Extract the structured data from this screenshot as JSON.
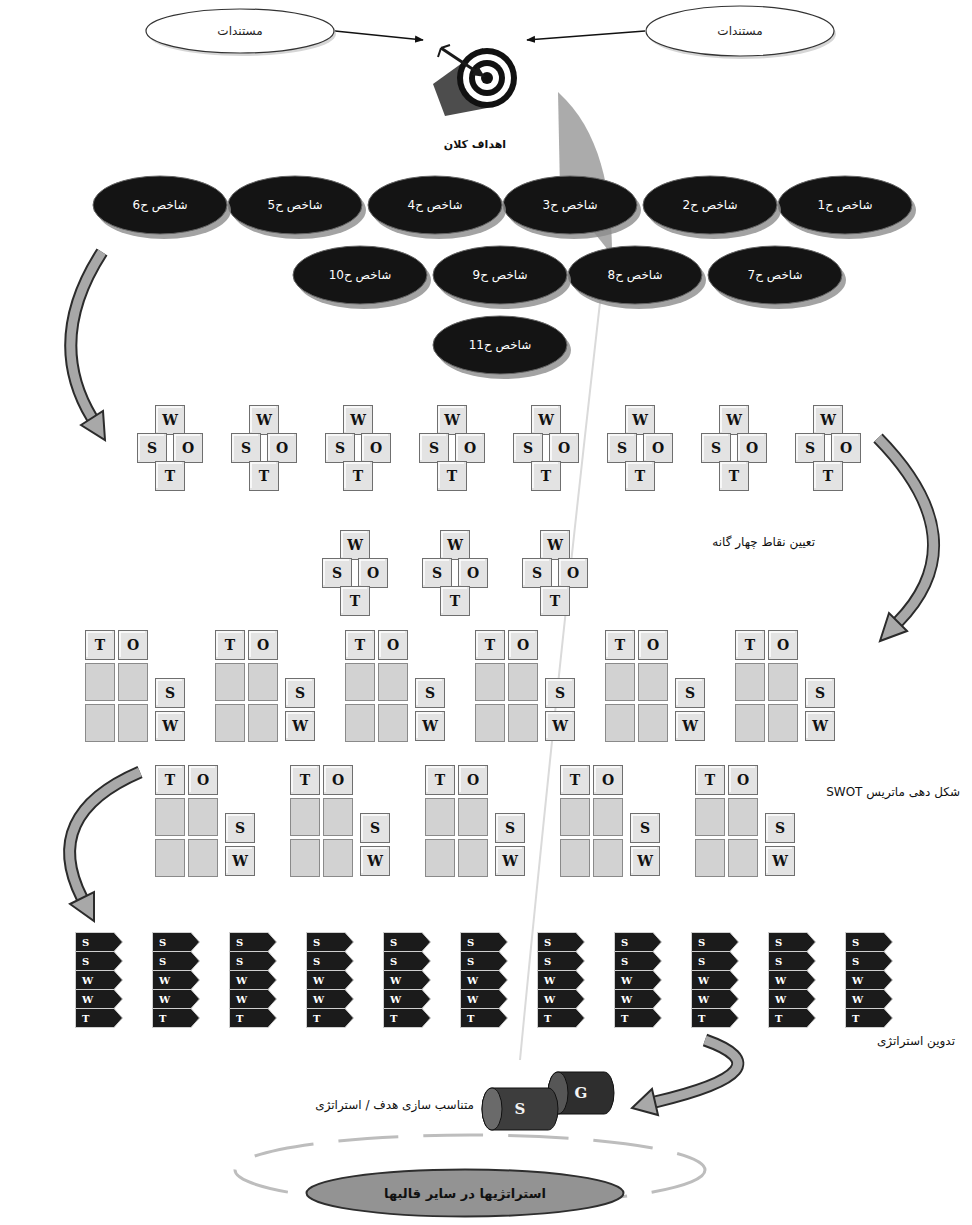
{
  "diagram": {
    "nodes": [
      {
        "text": [
          "مستندات"
        ]
      },
      {
        "text": [
          "مستندات"
        ]
      },
      {
        "text": [
          "اهداف کلان"
        ]
      },
      {
        "text": [
          "شاخص ح1"
        ]
      },
      {
        "text": [
          "شاخص ح2"
        ]
      },
      {
        "text": [
          "شاخص ح3"
        ]
      },
      {
        "text": [
          "شاخص ح4"
        ]
      },
      {
        "text": [
          "شاخص ح5"
        ]
      },
      {
        "text": [
          "شاخص ح6"
        ]
      },
      {
        "text": [
          "شاخص ح7"
        ]
      },
      {
        "text": [
          "شاخص ح8"
        ]
      },
      {
        "text": [
          "شاخص ح9"
        ]
      },
      {
        "text": [
          "شاخص ح10"
        ]
      },
      {
        "text": [
          "شاخص ح11"
        ]
      },
      {
        "text": [
          "W"
        ]
      },
      {
        "text": [
          "S"
        ]
      },
      {
        "text": [
          "O"
        ]
      },
      {
        "text": [
          "T"
        ]
      },
      {
        "text": [
          "W"
        ]
      },
      {
        "text": [
          "S"
        ]
      },
      {
        "text": [
          "O"
        ]
      },
      {
        "text": [
          "T"
        ]
      },
      {
        "text": [
          "W"
        ]
      },
      {
        "text": [
          "S"
        ]
      },
      {
        "text": [
          "O"
        ]
      },
      {
        "text": [
          "T"
        ]
      },
      {
        "text": [
          "W"
        ]
      },
      {
        "text": [
          "S"
        ]
      },
      {
        "text": [
          "O"
        ]
      },
      {
        "text": [
          "T"
        ]
      },
      {
        "text": [
          "W"
        ]
      },
      {
        "text": [
          "S"
        ]
      },
      {
        "text": [
          "O"
        ]
      },
      {
        "text": [
          "T"
        ]
      },
      {
        "text": [
          "W"
        ]
      },
      {
        "text": [
          "S"
        ]
      },
      {
        "text": [
          "O"
        ]
      },
      {
        "text": [
          "T"
        ]
      },
      {
        "text": [
          "W"
        ]
      },
      {
        "text": [
          "S"
        ]
      },
      {
        "text": [
          "O"
        ]
      },
      {
        "text": [
          "T"
        ]
      },
      {
        "text": [
          "W"
        ]
      },
      {
        "text": [
          "S"
        ]
      },
      {
        "text": [
          "O"
        ]
      },
      {
        "text": [
          "T"
        ]
      },
      {
        "text": [
          "W"
        ]
      },
      {
        "text": [
          "S"
        ]
      },
      {
        "text": [
          "O"
        ]
      },
      {
        "text": [
          "T"
        ]
      },
      {
        "text": [
          "W"
        ]
      },
      {
        "text": [
          "S"
        ]
      },
      {
        "text": [
          "O"
        ]
      },
      {
        "text": [
          "T"
        ]
      },
      {
        "text": [
          "W"
        ]
      },
      {
        "text": [
          "S"
        ]
      },
      {
        "text": [
          "O"
        ]
      },
      {
        "text": [
          "T"
        ]
      },
      {
        "text": [
          "T"
        ]
      },
      {
        "text": [
          "O"
        ]
      },
      {
        "text": [
          "S"
        ]
      },
      {
        "text": [
          "W"
        ]
      },
      {
        "text": [
          "T"
        ]
      },
      {
        "text": [
          "O"
        ]
      },
      {
        "text": [
          "S"
        ]
      },
      {
        "text": [
          "W"
        ]
      },
      {
        "text": [
          "T"
        ]
      },
      {
        "text": [
          "O"
        ]
      },
      {
        "text": [
          "S"
        ]
      },
      {
        "text": [
          "W"
        ]
      },
      {
        "text": [
          "T"
        ]
      },
      {
        "text": [
          "O"
        ]
      },
      {
        "text": [
          "S"
        ]
      },
      {
        "text": [
          "W"
        ]
      },
      {
        "text": [
          "T"
        ]
      },
      {
        "text": [
          "O"
        ]
      },
      {
        "text": [
          "S"
        ]
      },
      {
        "text": [
          "W"
        ]
      },
      {
        "text": [
          "T"
        ]
      },
      {
        "text": [
          "O"
        ]
      },
      {
        "text": [
          "S"
        ]
      },
      {
        "text": [
          "W"
        ]
      },
      {
        "text": [
          "T"
        ]
      },
      {
        "text": [
          "O"
        ]
      },
      {
        "text": [
          "S"
        ]
      },
      {
        "text": [
          "W"
        ]
      },
      {
        "text": [
          "T"
        ]
      },
      {
        "text": [
          "O"
        ]
      },
      {
        "text": [
          "S"
        ]
      },
      {
        "text": [
          "W"
        ]
      },
      {
        "text": [
          "T"
        ]
      },
      {
        "text": [
          "O"
        ]
      },
      {
        "text": [
          "S"
        ]
      },
      {
        "text": [
          "W"
        ]
      },
      {
        "text": [
          "T"
        ]
      },
      {
        "text": [
          "O"
        ]
      },
      {
        "text": [
          "S"
        ]
      },
      {
        "text": [
          "W"
        ]
      },
      {
        "text": [
          "T"
        ]
      },
      {
        "text": [
          "O"
        ]
      },
      {
        "text": [
          "S"
        ]
      },
      {
        "text": [
          "W"
        ]
      },
      {
        "text": [
          "S"
        ]
      },
      {
        "text": [
          "S"
        ]
      },
      {
        "text": [
          "W"
        ]
      },
      {
        "text": [
          "W"
        ]
      },
      {
        "text": [
          "T"
        ]
      },
      {
        "text": [
          "S"
        ]
      },
      {
        "text": [
          "S"
        ]
      },
      {
        "text": [
          "W"
        ]
      },
      {
        "text": [
          "W"
        ]
      },
      {
        "text": [
          "T"
        ]
      },
      {
        "text": [
          "S"
        ]
      },
      {
        "text": [
          "S"
        ]
      },
      {
        "text": [
          "W"
        ]
      },
      {
        "text": [
          "W"
        ]
      },
      {
        "text": [
          "T"
        ]
      },
      {
        "text": [
          "S"
        ]
      },
      {
        "text": [
          "S"
        ]
      },
      {
        "text": [
          "W"
        ]
      },
      {
        "text": [
          "W"
        ]
      },
      {
        "text": [
          "T"
        ]
      },
      {
        "text": [
          "S"
        ]
      },
      {
        "text": [
          "S"
        ]
      },
      {
        "text": [
          "W"
        ]
      },
      {
        "text": [
          "W"
        ]
      },
      {
        "text": [
          "T"
        ]
      },
      {
        "text": [
          "S"
        ]
      },
      {
        "text": [
          "S"
        ]
      },
      {
        "text": [
          "W"
        ]
      },
      {
        "text": [
          "W"
        ]
      },
      {
        "text": [
          "T"
        ]
      },
      {
        "text": [
          "S"
        ]
      },
      {
        "text": [
          "S"
        ]
      },
      {
        "text": [
          "W"
        ]
      },
      {
        "text": [
          "W"
        ]
      },
      {
        "text": [
          "T"
        ]
      },
      {
        "text": [
          "S"
        ]
      },
      {
        "text": [
          "S"
        ]
      },
      {
        "text": [
          "W"
        ]
      },
      {
        "text": [
          "W"
        ]
      },
      {
        "text": [
          "T"
        ]
      },
      {
        "text": [
          "S"
        ]
      },
      {
        "text": [
          "S"
        ]
      },
      {
        "text": [
          "W"
        ]
      },
      {
        "text": [
          "W"
        ]
      },
      {
        "text": [
          "T"
        ]
      },
      {
        "text": [
          "S"
        ]
      },
      {
        "text": [
          "S"
        ]
      },
      {
        "text": [
          "W"
        ]
      },
      {
        "text": [
          "W"
        ]
      },
      {
        "text": [
          "T"
        ]
      },
      {
        "text": [
          "S"
        ]
      },
      {
        "text": [
          "S"
        ]
      },
      {
        "text": [
          "W"
        ]
      },
      {
        "text": [
          "W"
        ]
      },
      {
        "text": [
          "T"
        ]
      },
      {
        "text": [
          "G"
        ]
      },
      {
        "text": [
          "S"
        ]
      },
      {
        "text": [
          "استراتژیها در سایر قالبها"
        ]
      }
    ],
    "edges": [
      {
        "from": 0,
        "to": 2,
        "arrow": "to"
      },
      {
        "from": 1,
        "to": 2,
        "arrow": "to"
      }
    ],
    "labels": [
      "تعیین نقاط چهار گانه",
      "شکل دهی ماتریس SWOT",
      "تدوین استراتژی",
      "متناسب سازی هدف / استراتژی"
    ]
  }
}
